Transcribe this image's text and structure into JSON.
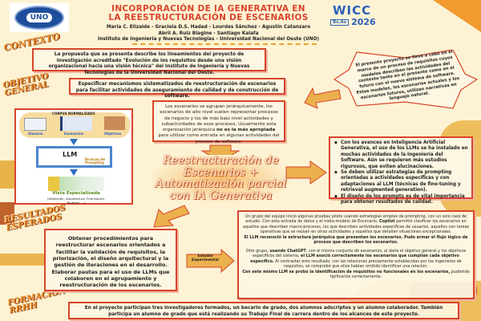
{
  "header": {
    "logo_left": "UNO",
    "title_line1": "INCORPORACIÓN DE IA GENERATIVA EN",
    "title_line2": "LA REESTRUCTURACIÓN DE ESCENARIOS",
    "authors_line1": "María C. Elizalde - Graciela D.S. Hadad - Lourdes Sánchez - Agustín Catanzaro",
    "authors_line2": "Abril A. Ruiz Blagine - Santiago Kalafa",
    "institution": "Instituto de Ingeniería y Nuevas Tecnologías - Universidad Nacional del Oeste (UNO)",
    "logo_right": "WICC",
    "logo_right_sub": "Bs.As",
    "logo_right_year": "2026"
  },
  "sections": {
    "contexto_label": "CONTEXTO",
    "contexto_text": "La propuesta que se presenta describe los lineamientos del proyecto de investigación acreditado \"Evolución de los requisitos desde una visión organizacional hacia una visión técnica\" del Instituto de Ingeniería y Nuevas Tecnologías de la Universidad Nacional del Oeste.",
    "objetivo_label": "OBJETIVO GENERAL",
    "objetivo_text": "Especificar mecanismos sistematizados de reestructuración de escenarios para facilitar actividades de aseguramiento de calidad y de construcción de software.",
    "star_text": "El presente proyecto se lleva a cabo en el marco de un proceso de requisitos cuyos modelos describen las actividades del contexto tanto en el presente como en el futuro con el nuevo sistema de software. Estos modelos, los escenarios actuales y los escenarios futuros, utilizan narrativas en lenguaje natural.",
    "jerarquia_text_a": "Los escenarios se agrupan jerárquicamente, los escenarios de alto nivel suelen representar procesos de negocio y los de más bajo nivel actividades y subactividades de esos procesos. Usualmente esta organización jerárquica ",
    "jerarquia_bold": "no es la más apropiada",
    "jerarquia_text_b": " para utilizar como entrada en algunas actividades del proceso de software.",
    "central_text": "Reestructuración de Escenarios + Automatización parcial con IA Generativa",
    "bullets": [
      "Con los avances en Inteligencia Artificial Generativa, el uso de los LLMs se ha instalado en muchas actividades de la Ingeniería del Software. Aún se requieren más estudios rigurosos, que eviten alucinaciones.",
      "Se deben utilizar estrategias de prompting orientadas a actividades específicas y con adaptaciones al LLM (técnicas de fine-tuning y retrieval augmented generation).",
      "El diseño de los prompts es de vital importancia para obtener resultados de calidad."
    ],
    "resultados_label": "RESULTADOS ESPERADOS",
    "resultados_text": "Obtener procedimientos para reestructurar escenarios orientados a facilitar la validación de requisitos, la priorización, el diseño arquitectural y la gestión de iteraciones en el desarrollo. Elaborar pautas para el uso de LLMs que colaboren en el agrupamiento y reestructuración de los escenarios.",
    "estudio_label": "Estudio Experimental",
    "estudio": {
      "p1": "Un grupo del equipo inició algunas pruebas piloto usando estrategias simples de prompting, con un solo caso de estudio. Con esta entrada de datos y el meta-modelo de Escenario, ",
      "p1_bold": "Copilot",
      "p1b": " permitió clasificar los escenarios en aquellos que describen macro-procesos, los que describen actividades específicas de usuarios, aquellos con tareas operativas que se reúsan en otras actividades y aquellos que detallan situaciones excepcionales.",
      "p2_bold": "El LLM reconoció la estructura jerárquica que presentan los escenarios. Pudo armar el flujo lógico de proceso que describen los escenarios.",
      "p3a": "Otro grupo, ",
      "p3_bold1": "usando ChatGPT",
      "p3b": ", con el mismo conjunto de escenarios, al darle el objetivo general y los objetivos específicos del sistema, ",
      "p3_bold2": "el LLM asoció correctamente los escenarios que cumplían cada objetivo específico.",
      "p3c": " Al contrastar este resultado, con las relaciones previamente establecidas por los ingenieros de requisitos, se comprobó que ellos habían omitido identificar una relación.",
      "p4_bold": "Con este mismo LLM se probó la identificación de requisitos no funcionales en los escenarios,",
      "p4": " pudiendo tipificarlos correctamente."
    },
    "formacion_label": "FORMACIÓN RRHH",
    "formacion_text": "En el proyecto participan tres investigadores formados, un becario de grado, dos alumnos adscriptos y un alumno colaborador. También participa un alumno de grado que está realizando su Trabajo Final de carrera dentro de los alcances de este proyecto."
  },
  "diagram": {
    "corpus": "CORPUS NORMALIZADO",
    "glosario": "Glosario",
    "escenarios": "Escenarios",
    "objetivos": "Objetivos",
    "llm": "LLM",
    "tecnicas": "Técnicas de Prompting",
    "vista": "Vista Especializada",
    "vista_sub": "(Validación, Arquitectura, Priorización, Pruebas, ...)"
  },
  "colors": {
    "accent": "#d9442b",
    "orange": "#e8a83a",
    "background": "#fdf3d4"
  }
}
